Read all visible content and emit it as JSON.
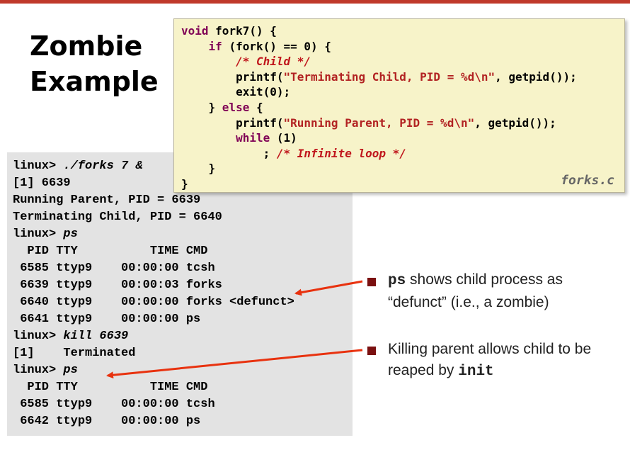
{
  "title": {
    "line1": "Zombie",
    "line2": "Example"
  },
  "code": {
    "lines": [
      {
        "a": "void ",
        "b": "fork7() {"
      },
      {
        "a": "    if ",
        "b": "(fork() == 0) {"
      },
      {
        "comment": "        /* Child */"
      },
      {
        "pre": "        printf(",
        "str": "\"Terminating Child, PID = %d\\n\"",
        "post": ", getpid());"
      },
      {
        "plain": "        exit(0);"
      },
      {
        "pre": "    } ",
        "kw": "else",
        "post": " {"
      },
      {
        "pre": "        printf(",
        "str": "\"Running Parent, PID = %d\\n\"",
        "post": ", getpid());"
      },
      {
        "kwline": "        while",
        "post": " (1)"
      },
      {
        "pre": "            ; ",
        "comment": "/* Infinite loop */"
      },
      {
        "plain": "    }"
      },
      {
        "plain": "}"
      }
    ],
    "filename": "forks.c"
  },
  "terminal": {
    "lines": [
      {
        "prompt": "linux> ",
        "cmd": "./forks 7 &"
      },
      {
        "text": "[1] 6639"
      },
      {
        "text": "Running Parent, PID = 6639"
      },
      {
        "text": "Terminating Child, PID = 6640"
      },
      {
        "prompt": "linux> ",
        "cmd": "ps"
      },
      {
        "text": "  PID TTY          TIME CMD"
      },
      {
        "text": " 6585 ttyp9    00:00:00 tcsh"
      },
      {
        "text": " 6639 ttyp9    00:00:03 forks"
      },
      {
        "text": " 6640 ttyp9    00:00:00 forks <defunct>"
      },
      {
        "text": " 6641 ttyp9    00:00:00 ps"
      },
      {
        "prompt": "linux> ",
        "cmd": "kill 6639"
      },
      {
        "text": "[1]    Terminated"
      },
      {
        "prompt": "linux> ",
        "cmd": "ps"
      },
      {
        "text": "  PID TTY          TIME CMD"
      },
      {
        "text": " 6585 ttyp9    00:00:00 tcsh"
      },
      {
        "text": " 6642 ttyp9    00:00:00 ps"
      }
    ]
  },
  "bullets": [
    {
      "mono": "ps",
      "rest1": " shows child process as",
      "rest2": "“defunct” (i.e., a zombie)"
    },
    {
      "line1": "Killing parent allows child to be",
      "pre2": "reaped by ",
      "mono": "init"
    }
  ],
  "colors": {
    "topbar": "#c0392b",
    "terminal_bg": "#e3e3e3",
    "code_bg": "#f7f3c9",
    "arrow": "#e8320f",
    "bullet": "#7a1010"
  }
}
